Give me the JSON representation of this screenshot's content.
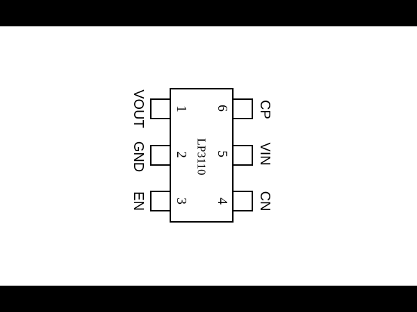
{
  "diagram": {
    "part_number": "LP3110",
    "pins": [
      {
        "number": "1",
        "label": "VOUT"
      },
      {
        "number": "2",
        "label": "GND"
      },
      {
        "number": "3",
        "label": "EN"
      },
      {
        "number": "4",
        "label": "CN"
      },
      {
        "number": "5",
        "label": "VIN"
      },
      {
        "number": "6",
        "label": "CP"
      }
    ]
  }
}
